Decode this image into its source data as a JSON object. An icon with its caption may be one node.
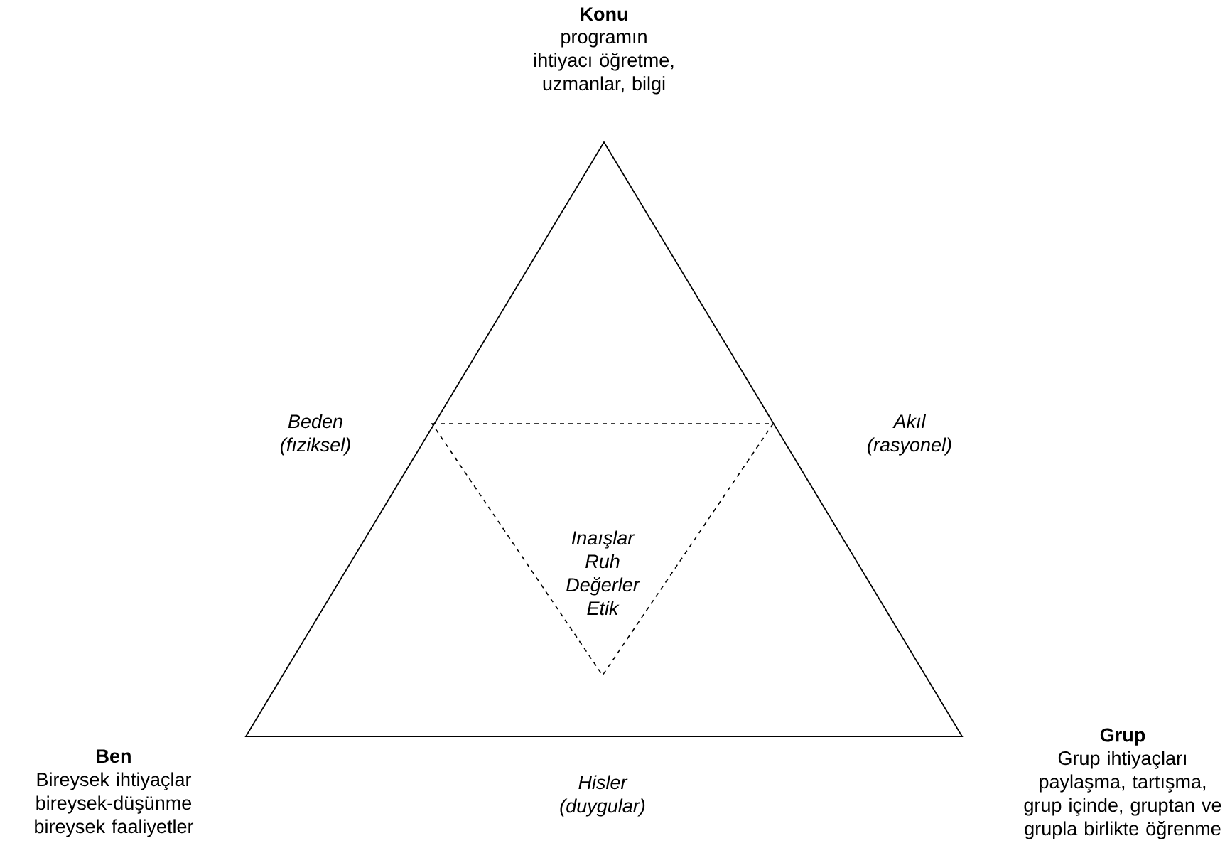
{
  "diagram": {
    "nodes": [
      {
        "text": [
          "Inaışlar Ruh Değerler Etik"
        ]
      }
    ],
    "labels": [
      "Konu",
      "programın ihtiyacı öğretme, uzmanlar, bilgi",
      "Beden (fıziksel)",
      "Akıl (rasyonel)",
      "Ben",
      "Bireysek ihtiyaçlar bireysek-düşünme bireysek faaliyetler",
      "Grup",
      "Grup ihtiyaçları paylaşma, tartışma, grup içinde, gruptan ve grupla birlikte öğrenme",
      "Hisler (duygular)"
    ]
  }
}
